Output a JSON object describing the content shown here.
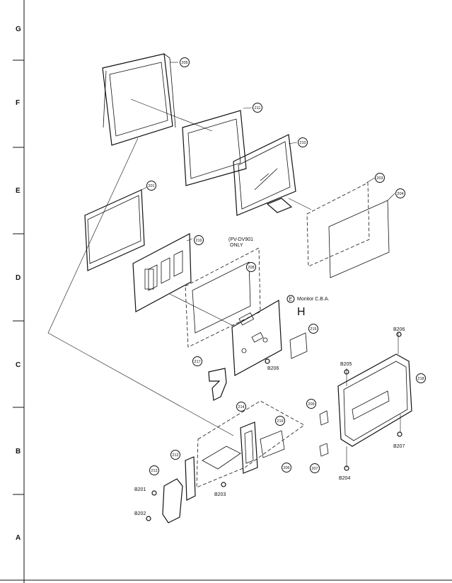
{
  "zones": [
    "G",
    "F",
    "E",
    "D",
    "C",
    "B",
    "A"
  ],
  "callouts": {
    "p205": "205",
    "p211": "211",
    "p210": "210",
    "p201": "201",
    "p203": "203",
    "p204": "204",
    "p216": "216",
    "p208": "208",
    "p215": "215",
    "p217": "217",
    "p214": "214",
    "p218": "218",
    "p219": "219",
    "p212": "212",
    "p213": "213",
    "p209": "209",
    "p207": "207",
    "p206": "206"
  },
  "labels": {
    "pv_note_1": "(PV-DV901",
    "pv_note_2": "ONLY",
    "monitor_ref": "E",
    "monitor_label": "Monitor C.B.A.",
    "monitor_h": "H",
    "screws": {
      "b206_top": "B206",
      "b205": "B205",
      "b206_mid": "B206",
      "b207": "B207",
      "b204": "B204",
      "b201": "B201",
      "b202": "B202",
      "b203": "B203"
    }
  }
}
